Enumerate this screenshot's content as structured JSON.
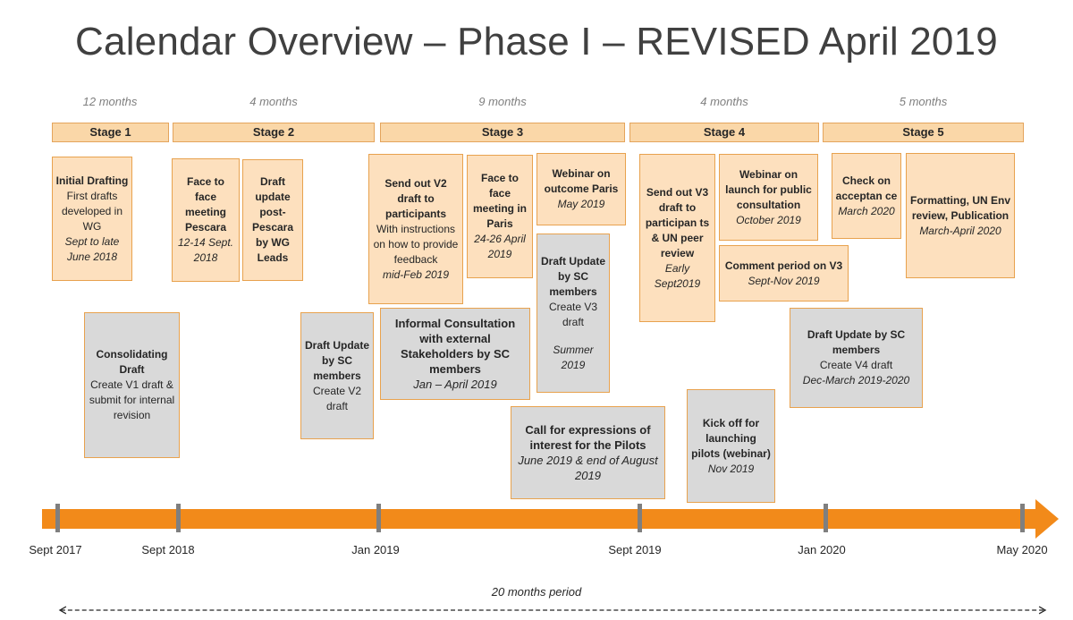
{
  "title": "Calendar Overview – Phase I – REVISED April 2019",
  "durations": [
    "12 months",
    "4 months",
    "9 months",
    "4 months",
    "5 months"
  ],
  "stages": [
    "Stage 1",
    "Stage 2",
    "Stage 3",
    "Stage 4",
    "Stage 5"
  ],
  "boxes": {
    "initial_drafting": {
      "b": "Initial Drafting",
      "n": "First drafts developed in WG",
      "i": "Sept to late June 2018"
    },
    "consolidating_draft": {
      "b": "Consolidating Draft",
      "n": "Create V1 draft & submit for internal revision"
    },
    "face_to_face_pescara": {
      "b": "Face to face meeting Pescara",
      "i": "12-14 Sept. 2018"
    },
    "draft_update_post_pescara": {
      "b": "Draft update post-Pescara by WG Leads"
    },
    "draft_update_v2": {
      "b": "Draft Update by SC members",
      "n": "Create V2 draft"
    },
    "send_out_v2": {
      "b": "Send out V2 draft to participants",
      "n": "With instructions on how to provide feedback",
      "i": "mid-Feb 2019"
    },
    "face_to_face_paris": {
      "b": "Face to face meeting in Paris",
      "i": "24-26 April 2019"
    },
    "webinar_paris": {
      "b": "Webinar on outcome Paris",
      "i": "May 2019"
    },
    "draft_update_v3": {
      "b": "Draft Update by SC members",
      "n": "Create V3 draft",
      "i": "Summer 2019"
    },
    "informal_consultation": {
      "b": "Informal Consultation with external Stakeholders by SC members",
      "i": "Jan – April 2019"
    },
    "call_for_pilots": {
      "b": "Call for expressions of interest for the Pilots",
      "i": "June 2019 & end of August 2019"
    },
    "send_out_v3": {
      "b": "Send out V3 draft to participan ts & UN peer review",
      "i": "Early Sept2019"
    },
    "webinar_launch": {
      "b": "Webinar on launch for public consultation",
      "i": "October 2019"
    },
    "comment_period": {
      "b": "Comment period on V3",
      "i": "Sept-Nov 2019"
    },
    "kick_off_pilots": {
      "b": "Kick off for launching pilots (webinar)",
      "i": "Nov 2019"
    },
    "check_acceptance": {
      "b": "Check on acceptan ce",
      "i": "March 2020"
    },
    "formatting": {
      "b": "Formatting, UN Env review, Publication",
      "i": "March-April 2020"
    },
    "draft_update_v4": {
      "b": "Draft Update by SC members",
      "n": "Create V4 draft",
      "i": "Dec-March 2019-2020"
    }
  },
  "timeline": {
    "labels": [
      "Sept 2017",
      "Sept 2018",
      "Jan 2019",
      "Sept 2019",
      "Jan 2020",
      "May 2020"
    ],
    "period_label": "20 months period",
    "bar_color": "#f28a1a"
  }
}
